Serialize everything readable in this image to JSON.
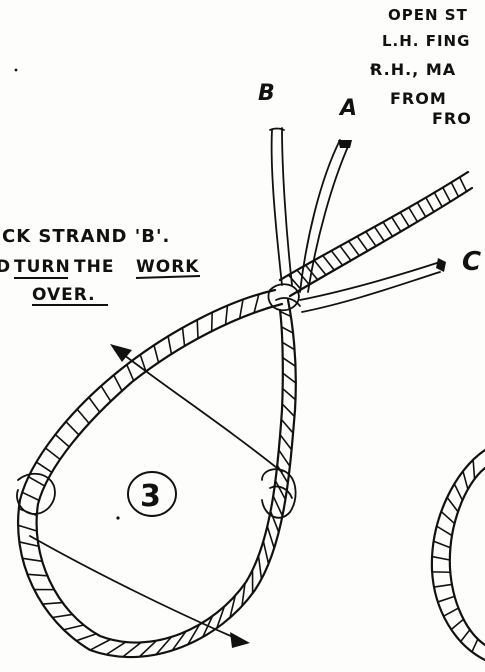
{
  "labels": {
    "strand_b": "B",
    "strand_a": "A",
    "strand_c": "C",
    "step_number": "3"
  },
  "instruction_left": {
    "line1": "CK STRAND 'B'.",
    "line2_prefix": "D",
    "line2_turn": "TURN",
    "line2_the": "THE",
    "line2_work": "WORK",
    "line3": "OVER."
  },
  "instruction_top_right": {
    "line1": "OPEN ST",
    "line2": "L.H. FING",
    "line3": "R.H., MA",
    "line4": "FROM",
    "line5": "FRO"
  }
}
